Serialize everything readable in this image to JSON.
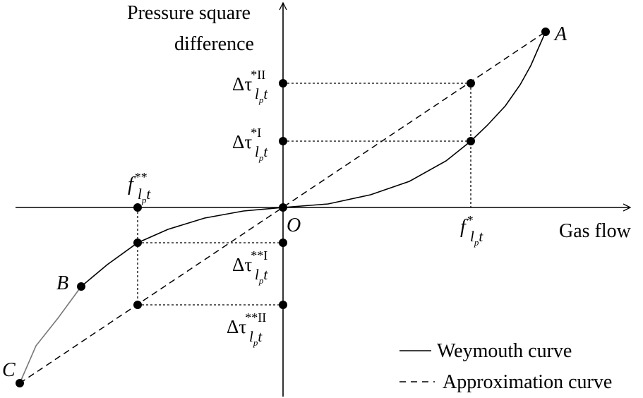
{
  "axes": {
    "y_title": [
      "Pressure square",
      "difference"
    ],
    "x_title": "Gas flow",
    "origin": "O"
  },
  "points": {
    "A": "A",
    "B": "B",
    "C": "C"
  },
  "labels": {
    "delta": "Δτ",
    "tau_sub_l": "l",
    "tau_sub_p": "p",
    "tau_sub_t": "t",
    "f": "f",
    "sup_star_I": "*I",
    "sup_star_II": "*II",
    "sup_star": "*",
    "sup_dstar": "**",
    "sup_dstar_I": "**I",
    "sup_dstar_II": "**II"
  },
  "legend": {
    "weymouth": "Weymouth curve",
    "approximation": "Approximation curve"
  },
  "colors": {
    "line": "#000000",
    "gray_segment": "#777777"
  }
}
